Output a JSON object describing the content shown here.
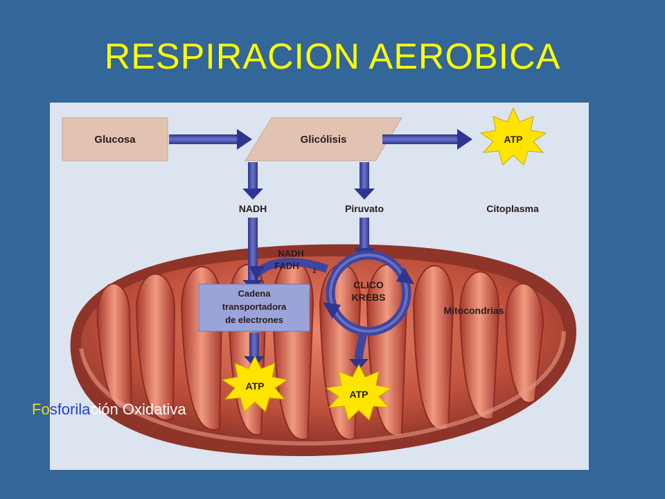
{
  "title": "RESPIRACION AEROBICA",
  "diagram": {
    "glucosa": "Glucosa",
    "glicolisis": "Glicólisis",
    "atp_top": "ATP",
    "nadh": "NADH",
    "piruvato": "Piruvato",
    "citoplasma": "Citoplasma",
    "nadh2": "NADH",
    "fadh": "FADH",
    "fadh_sub": "2",
    "cadena_line1": "Cadena",
    "cadena_line2": "transportadora",
    "cadena_line3": "de electrones",
    "ciclo_line1": "CLICO",
    "ciclo_line2": "KREBS",
    "mitocondrias": "Mitocondrias",
    "atp_left": "ATP",
    "atp_right": "ATP"
  },
  "caption": {
    "part1": "Fo",
    "part2": "sforila",
    "part3": "ción Oxidativa"
  },
  "colors": {
    "background": "#336699",
    "title": "#FFFF00",
    "box": "#E2C2B0",
    "arrow": "#3F46A0",
    "star": "#FFE400",
    "mito": "#C0503C"
  }
}
